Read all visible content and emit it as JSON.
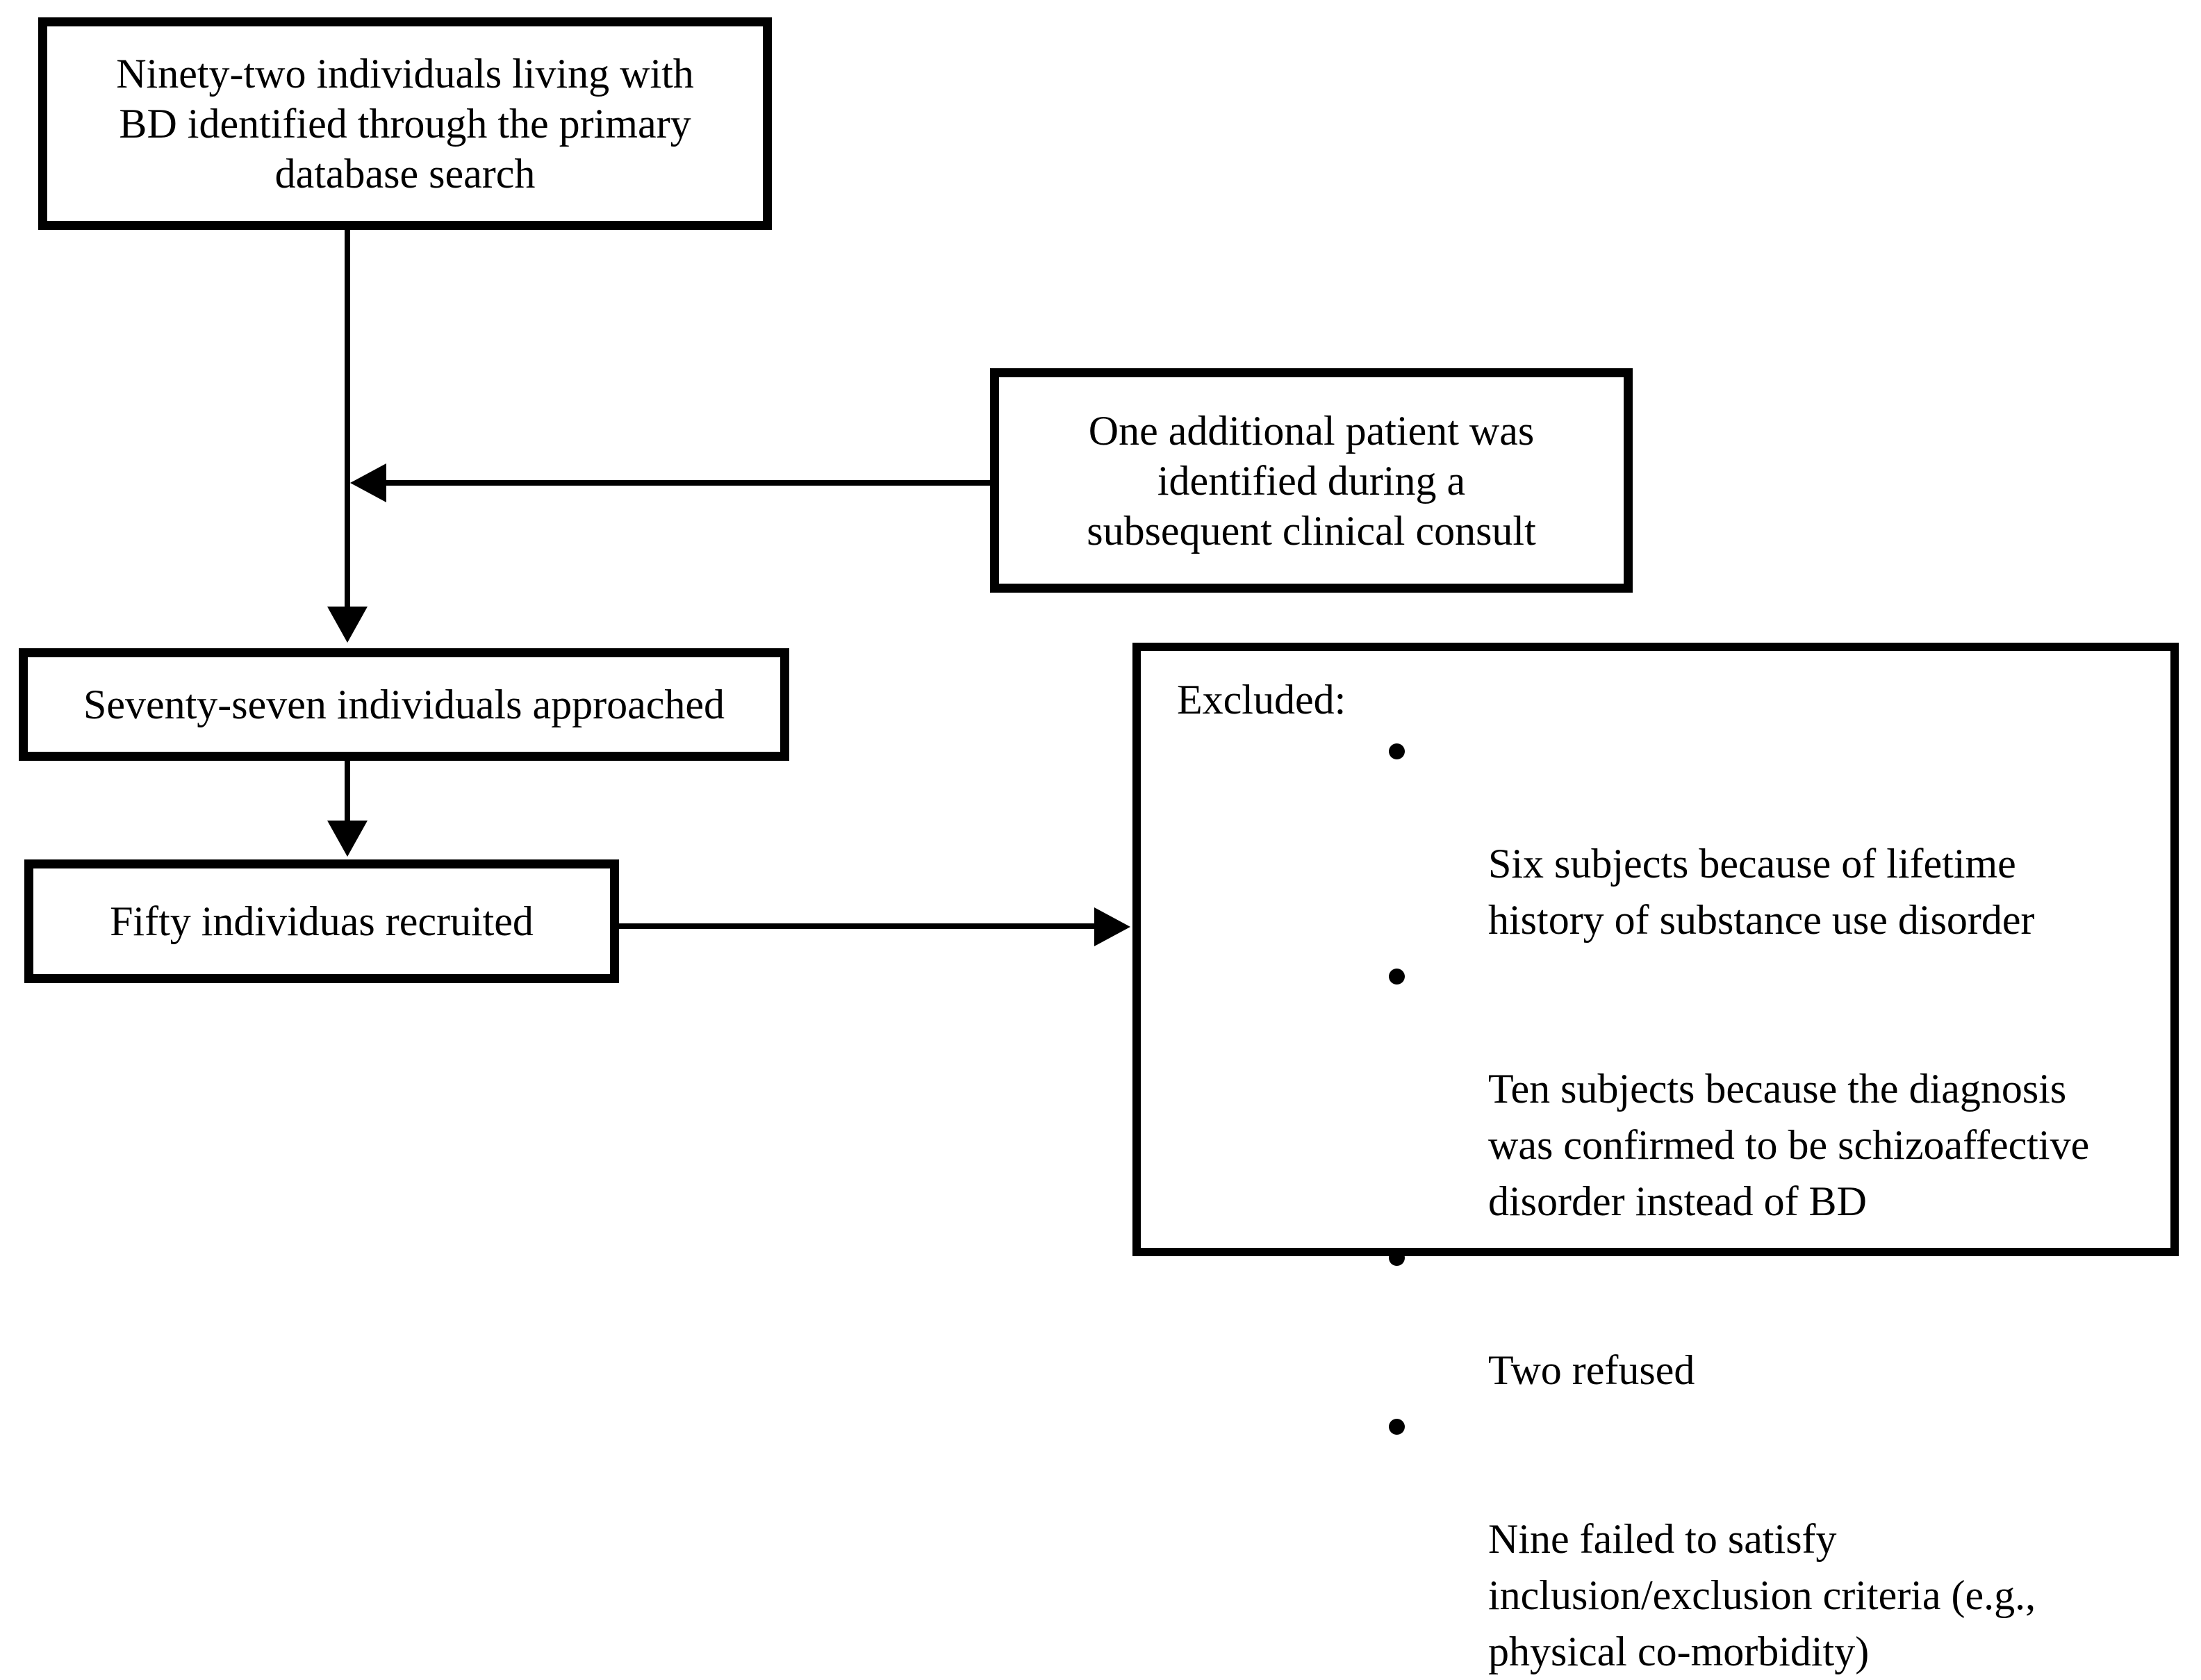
{
  "diagram": {
    "title_semantic": "study recruitment flow diagram",
    "background_color": "#ffffff",
    "line_color": "#000000",
    "boxes": {
      "ninety_two": {
        "lines": [
          "Ninety-two individuals living with",
          "BD identified through the primary",
          "database search"
        ]
      },
      "one_additional": {
        "lines": [
          "One additional patient was",
          "identified during a",
          "subsequent clinical consult"
        ]
      },
      "seventy_seven": {
        "text": "Seventy-seven individuals approached"
      },
      "fifty": {
        "text": "Fifty individuas recruited"
      },
      "excluded": {
        "heading": "Excluded:",
        "items": [
          {
            "lines": [
              "Six subjects because of lifetime",
              "history of substance use disorder"
            ]
          },
          {
            "lines": [
              "Ten subjects because the diagnosis",
              "was confirmed to be schizoaffective",
              "disorder instead of BD"
            ]
          },
          {
            "lines": [
              "Two refused"
            ]
          },
          {
            "lines": [
              "Nine failed to satisfy",
              "inclusion/exclusion criteria (e.g.,",
              "physical co-morbidity)"
            ]
          }
        ]
      }
    }
  }
}
